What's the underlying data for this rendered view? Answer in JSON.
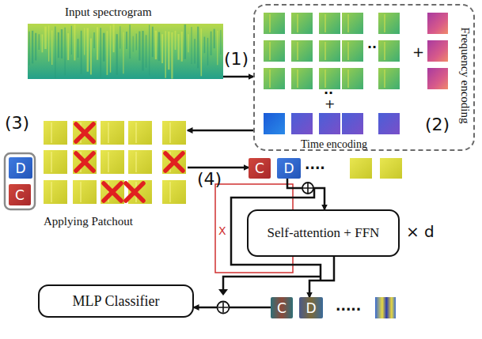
{
  "diagram": {
    "nodes": [
      {
        "text": [
          "Input spectrogram"
        ]
      },
      {
        "text": [
          "Frequency encoding",
          "Time encoding"
        ]
      },
      {
        "text": [
          "Applying Patchout"
        ]
      },
      {
        "text": [
          "D"
        ]
      },
      {
        "text": [
          "C"
        ]
      },
      {
        "text": [
          "C"
        ]
      },
      {
        "text": [
          "D"
        ]
      },
      {
        "text": [
          "Self-attention + FFN"
        ]
      },
      {
        "text": [
          "MLP Classifier"
        ]
      },
      {
        "text": [
          "C"
        ]
      },
      {
        "text": [
          "D"
        ]
      }
    ],
    "edges": [
      {
        "from": 0,
        "to": 1,
        "arrow": "to"
      },
      {
        "from": 1,
        "to": 2,
        "arrow": "to"
      },
      {
        "from": 2,
        "to": 5,
        "arrow": "to"
      },
      {
        "from": 6,
        "to": 7,
        "arrow": "to"
      },
      {
        "from": 7,
        "to": 10,
        "arrow": "to"
      },
      {
        "from": 9,
        "to": 8,
        "arrow": "to"
      }
    ],
    "labels": [
      "(1)",
      "(2)",
      "(3)",
      "(4)",
      "+",
      "+",
      "..",
      "..",
      "....",
      ".....",
      "× d",
      "X"
    ]
  }
}
